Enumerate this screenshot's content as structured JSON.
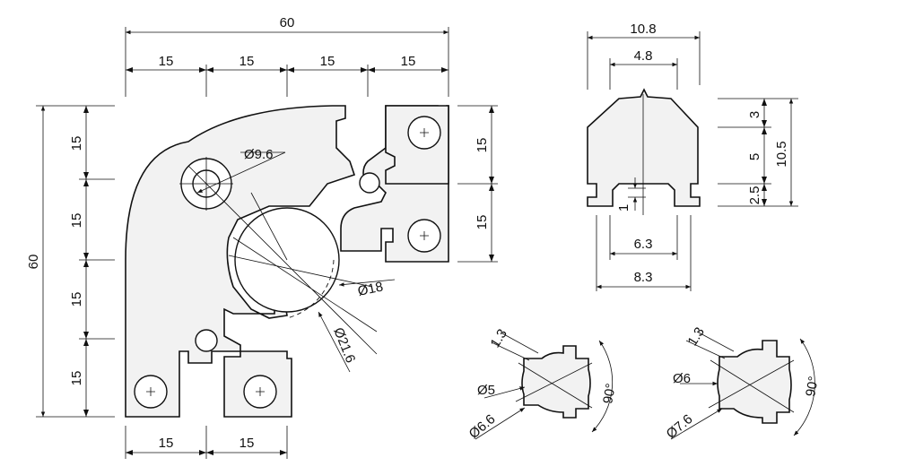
{
  "profile": {
    "overall_width": "60",
    "overall_height": "60",
    "top_pitch": [
      "15",
      "15",
      "15",
      "15"
    ],
    "left_pitch": [
      "15",
      "15",
      "15",
      "15"
    ],
    "right_pitch": [
      "15",
      "15"
    ],
    "bottom_pitch": [
      "15",
      "15"
    ],
    "small_hole": "Ø9.6",
    "inner_bore": "Ø18",
    "outer_bore": "Ø21.6"
  },
  "slot_detail": {
    "top_width": "10.8",
    "top_opening": "4.8",
    "bottom_inner": "6.3",
    "bottom_outer": "8.3",
    "lip": "1",
    "h_upper": "3",
    "h_mid": "5",
    "h_lower": "2.5",
    "h_total": "10.5"
  },
  "core_small": {
    "gap": "1.3",
    "inner_dia": "Ø5",
    "outer_dia": "Ø6.6",
    "angle": "90°"
  },
  "core_large": {
    "gap": "1.3",
    "inner_dia": "Ø6",
    "outer_dia": "Ø7.6",
    "angle": "90°"
  }
}
